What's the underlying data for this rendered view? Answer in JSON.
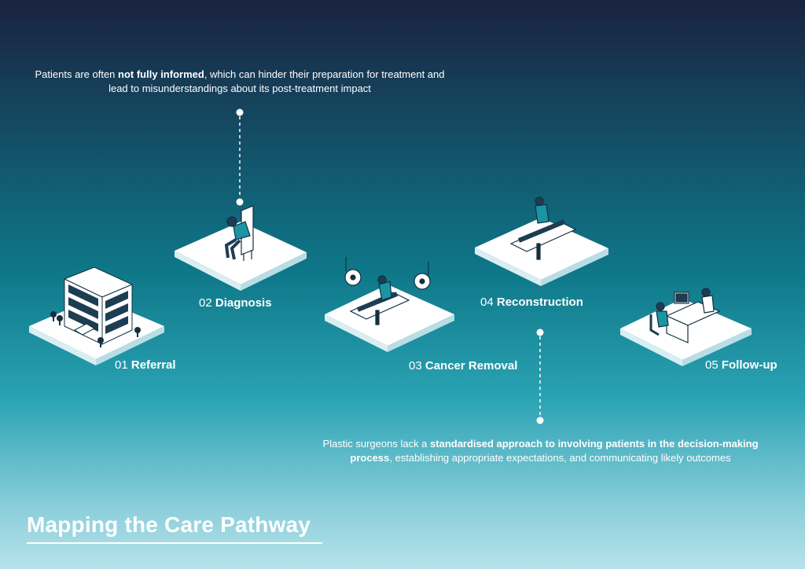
{
  "notes": {
    "top": {
      "pre": "Patients are often ",
      "bold": "not fully informed",
      "post": ", which can hinder their preparation for treatment and lead to misunderstandings about its post-treatment impact"
    },
    "bottom": {
      "pre": "Plastic surgeons lack a ",
      "bold": "standardised approach to involving patients in the decision-making process",
      "post": ", establishing appropriate expectations, and communicating likely outcomes"
    }
  },
  "steps": [
    {
      "num": "01",
      "name": "Referral",
      "icon": "hospital-building-icon"
    },
    {
      "num": "02",
      "name": "Diagnosis",
      "icon": "seated-patient-icon"
    },
    {
      "num": "03",
      "name": "Cancer Removal",
      "icon": "surgery-table-icon"
    },
    {
      "num": "04",
      "name": "Reconstruction",
      "icon": "operating-table-icon"
    },
    {
      "num": "05",
      "name": "Follow-up",
      "icon": "consultation-desk-icon"
    }
  ],
  "title": "Mapping the Care Pathway",
  "colors": {
    "gradient_top": "#1a2240",
    "gradient_mid": "#0e7889",
    "gradient_bottom": "#b7e2ea",
    "platform_fill": "#ffffff",
    "illustration_stroke": "#14303f",
    "illustration_accent": "#1a95a3"
  }
}
